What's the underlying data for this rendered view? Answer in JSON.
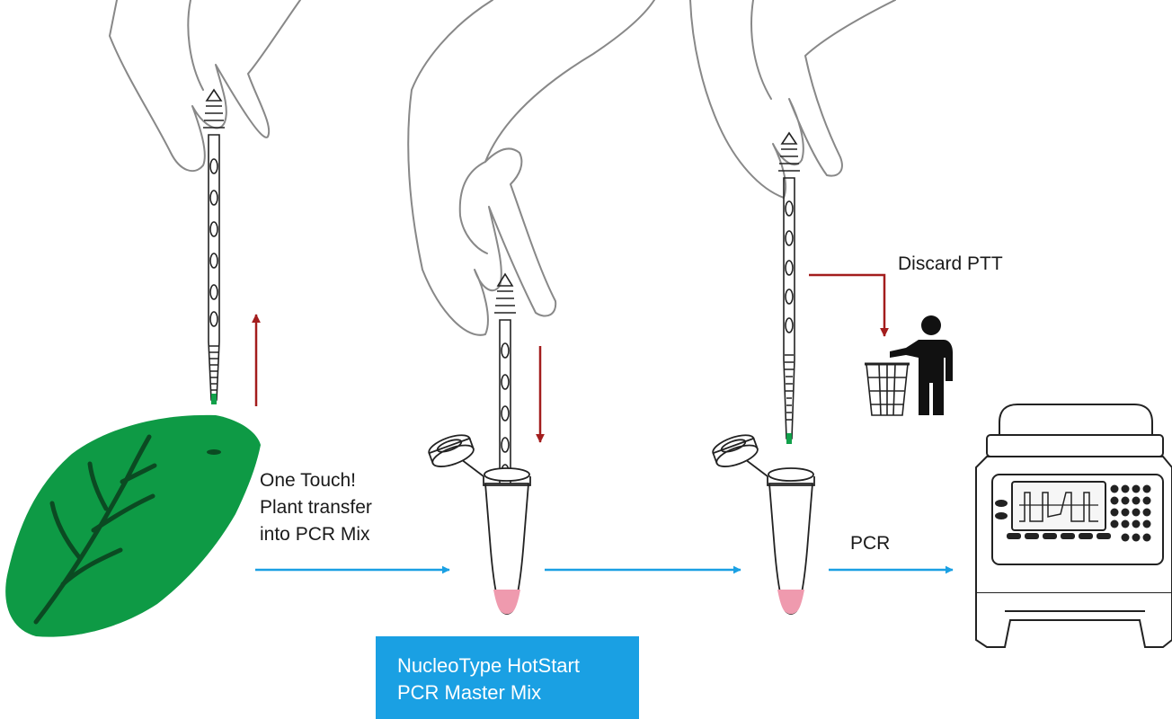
{
  "labels": {
    "step1": [
      "One Touch!",
      "Plant transfer",
      "into PCR Mix"
    ],
    "discard": "Discard PTT",
    "pcr": "PCR"
  },
  "product_box": {
    "lines": [
      "NucleoType HotStart",
      "PCR Master Mix"
    ]
  },
  "colors": {
    "leaf": "#0e9a45",
    "leaf_vein": "#0b4a22",
    "arrow_blue": "#1aa0e3",
    "arrow_red": "#a31d1d",
    "box_blue": "#1aa0e3",
    "pcr_liquid": "#ef9aae",
    "tip_green": "#11a04a",
    "outline": "#222222",
    "hand": "#888888"
  }
}
